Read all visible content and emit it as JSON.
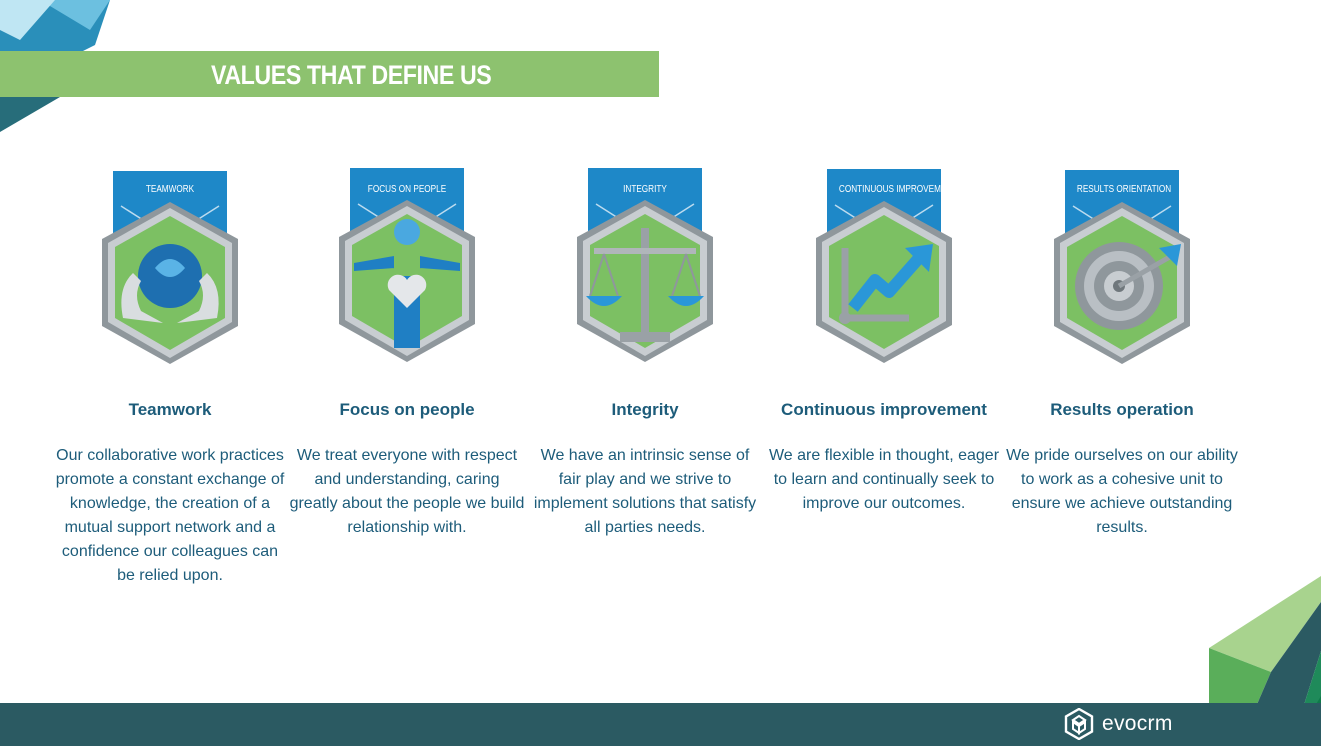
{
  "header": {
    "title": "VALUES THAT DEFINE US"
  },
  "values": [
    {
      "badge_label": "TEAMWORK",
      "icon": "hands-puzzle-icon",
      "heading": "Teamwork",
      "description": "Our collaborative work practices promote a constant exchange of knowledge, the creation of a mutual support network and a confidence our colleagues can be relied upon."
    },
    {
      "badge_label": "FOCUS ON PEOPLE",
      "icon": "person-heart-icon",
      "heading": "Focus on people",
      "description": "We treat everyone with respect and understanding, caring greatly about the people we build relationship with."
    },
    {
      "badge_label": "INTEGRITY",
      "icon": "scales-icon",
      "heading": "Integrity",
      "description": "We have an intrinsic sense of fair play and we strive to implement solutions that satisfy all parties needs."
    },
    {
      "badge_label": "CONTINUOUS IMPROVEMENT",
      "icon": "trend-arrow-icon",
      "heading": "Continuous improvement",
      "description": "We are flexible in thought, eager to learn and continually seek to improve our outcomes."
    },
    {
      "badge_label": "RESULTS ORIENTATION",
      "icon": "target-dart-icon",
      "heading": "Results operation",
      "description": "We pride ourselves on our ability to work as a cohesive unit to ensure we achieve outstanding results."
    }
  ],
  "footer": {
    "logo_text": "evocrm",
    "logo_icon": "evocrm-logo-icon"
  },
  "colors": {
    "title_bar": "#8dc26f",
    "text_primary": "#1d5c7a",
    "footer": "#2b5a62",
    "ribbon": "#1e88c8",
    "badge_green": "#7cc063",
    "badge_frame": "#b9bfc4"
  }
}
